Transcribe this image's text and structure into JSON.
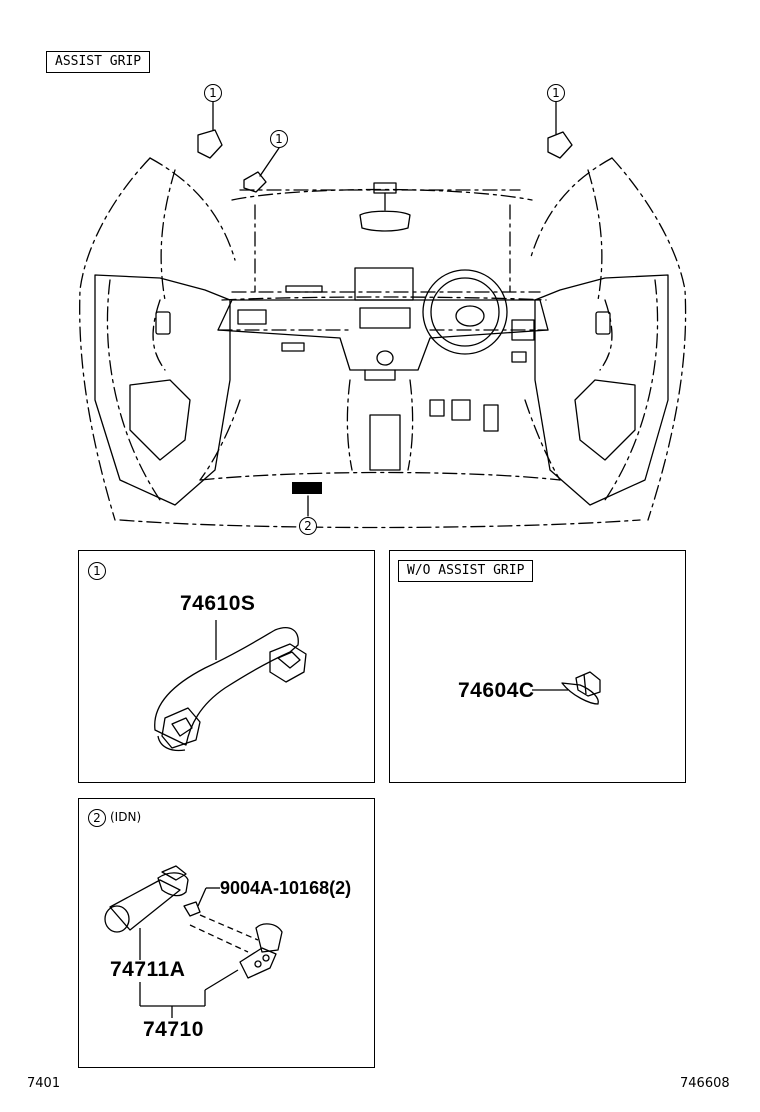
{
  "header_tag": "ASSIST GRIP",
  "callouts": {
    "one": "1",
    "two": "2"
  },
  "panel1": {
    "callout": "1",
    "part": "74610S"
  },
  "panel2": {
    "tag": "W/O  ASSIST GRIP",
    "part": "74604C"
  },
  "panel3": {
    "callout": "2",
    "note": "(IDN)",
    "part_screw": "9004A-10168(2)",
    "part_lamp": "74711A",
    "part_assy": "74710"
  },
  "footer": {
    "left": "7401",
    "right": "746608"
  }
}
